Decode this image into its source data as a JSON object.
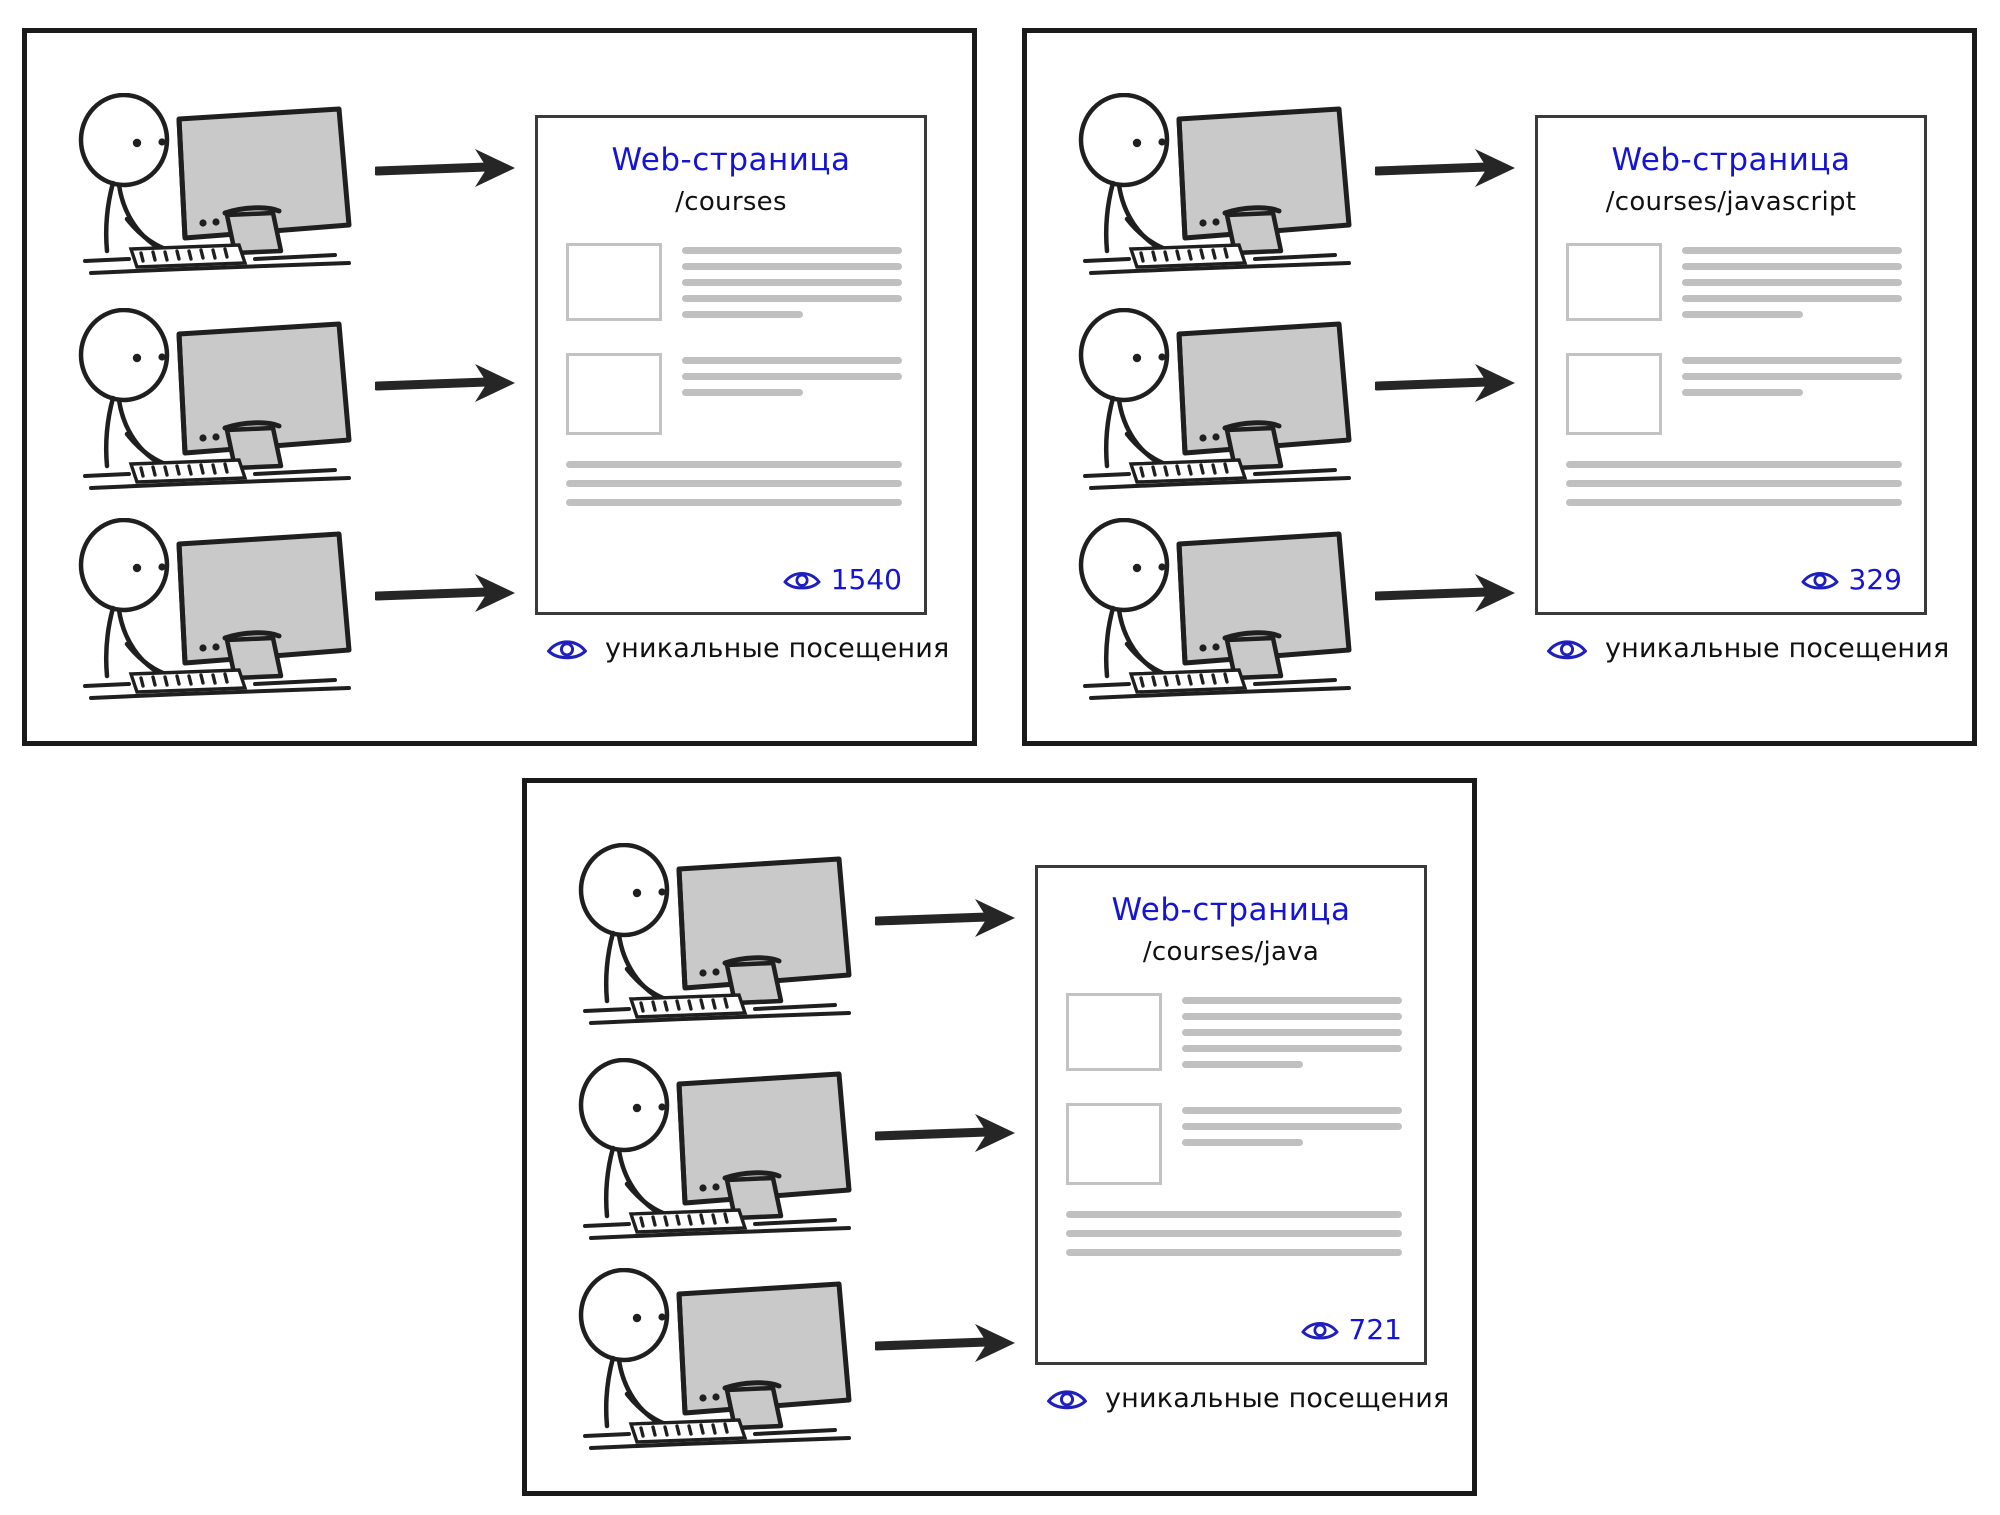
{
  "diagram": {
    "type": "concept-illustration",
    "description": "Three panels each showing three users at computers visiting a web page, with a unique-visits counter",
    "accent_color": "#1414d2",
    "frame_color": "#1a1a1a",
    "line_color": "#c0c0c0"
  },
  "legend": {
    "icon": "eye-icon",
    "label": "уникальные посещения"
  },
  "panels": [
    {
      "id": "panel-courses",
      "page_title": "Web-страница",
      "page_url": "/courses",
      "visits": "1540",
      "visitors": 3,
      "icon": "eye-icon"
    },
    {
      "id": "panel-courses-javascript",
      "page_title": "Web-страница",
      "page_url": "/courses/javascript",
      "visits": "329",
      "visitors": 3,
      "icon": "eye-icon"
    },
    {
      "id": "panel-courses-java",
      "page_title": "Web-страница",
      "page_url": "/courses/java",
      "visits": "721",
      "visitors": 3,
      "icon": "eye-icon"
    }
  ],
  "page_content": {
    "blocks": [
      {
        "thumb": "image-placeholder",
        "line_widths": [
          "w100",
          "w100",
          "w100",
          "w100",
          "w55"
        ]
      },
      {
        "thumb": "image-placeholder",
        "line_widths": [
          "w100",
          "w100",
          "w55"
        ]
      }
    ],
    "footer_line_widths": [
      "w100",
      "w100",
      "w100"
    ]
  }
}
